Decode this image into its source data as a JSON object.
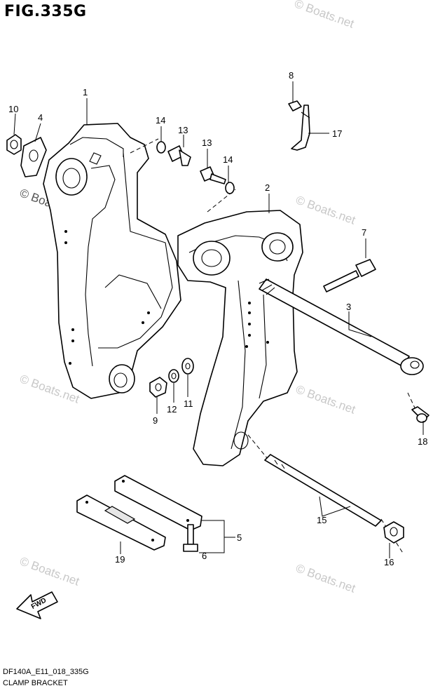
{
  "title": "FIG.335G",
  "footer": {
    "code": "DF140A_E11_018_335G",
    "name": "CLAMP BRACKET"
  },
  "watermark": "© Boats.net",
  "fwd_label": "FWD",
  "callouts": {
    "p1": "1",
    "p2": "2",
    "p3": "3",
    "p4": "4",
    "p5": "5",
    "p6": "6",
    "p7": "7",
    "p8": "8",
    "p9": "9",
    "p10": "10",
    "p11": "11",
    "p12": "12",
    "p13a": "13",
    "p13b": "13",
    "p14a": "14",
    "p14b": "14",
    "p15": "15",
    "p16": "16",
    "p17": "17",
    "p18": "18",
    "p19": "19"
  }
}
